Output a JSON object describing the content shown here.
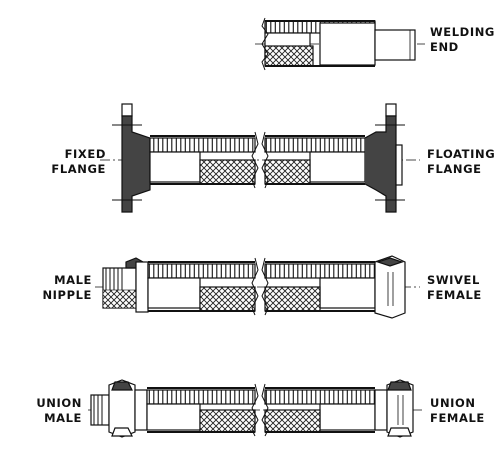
{
  "labels": {
    "welding_end": [
      "WELDING",
      "END"
    ],
    "fixed_flange": [
      "FIXED",
      "FLANGE"
    ],
    "floating_flange": [
      "FLOATING",
      "FLANGE"
    ],
    "male_nipple": [
      "MALE",
      "NIPPLE"
    ],
    "swivel_female": [
      "SWIVEL",
      "FEMALE"
    ],
    "union_male": [
      "UNION",
      "MALE"
    ],
    "union_female": [
      "UNION",
      "FEMALE"
    ]
  },
  "colors": {
    "ink": "#111111",
    "flange_fill": "#444444",
    "background": "#ffffff"
  }
}
